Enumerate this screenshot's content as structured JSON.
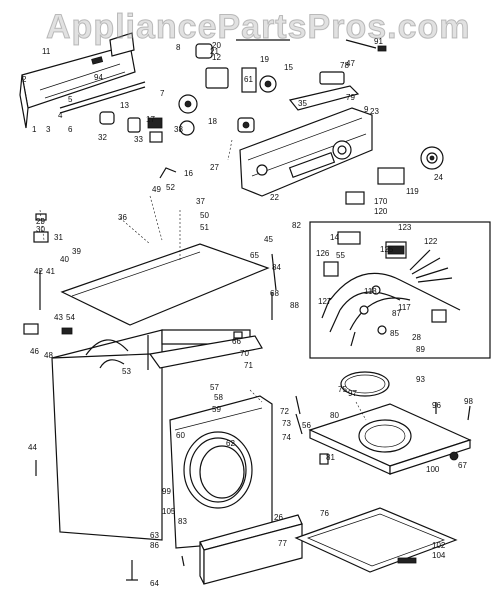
{
  "watermark": "AppliancePartsPros.com",
  "callouts": [
    "1",
    "2",
    "3",
    "4",
    "5",
    "6",
    "7",
    "8",
    "9",
    "11",
    "12",
    "13",
    "14",
    "15",
    "16",
    "17",
    "18",
    "19",
    "20",
    "21",
    "22",
    "23",
    "24",
    "26",
    "27",
    "28",
    "29",
    "30",
    "31",
    "32",
    "33",
    "35",
    "36",
    "37",
    "38",
    "39",
    "40",
    "41",
    "42",
    "43",
    "44",
    "45",
    "46",
    "47",
    "48",
    "49",
    "50",
    "51",
    "52",
    "53",
    "54",
    "55",
    "56",
    "57",
    "58",
    "59",
    "60",
    "61",
    "62",
    "63",
    "64",
    "65",
    "66",
    "67",
    "68",
    "70",
    "71",
    "72",
    "73",
    "74",
    "75",
    "76",
    "77",
    "78",
    "79",
    "80",
    "81",
    "82",
    "83",
    "84",
    "85",
    "86",
    "87",
    "88",
    "89",
    "91",
    "93",
    "94",
    "96",
    "97",
    "98",
    "99",
    "100",
    "102",
    "104",
    "105",
    "117",
    "118",
    "119",
    "120",
    "122",
    "123",
    "125",
    "126",
    "127",
    "170"
  ]
}
